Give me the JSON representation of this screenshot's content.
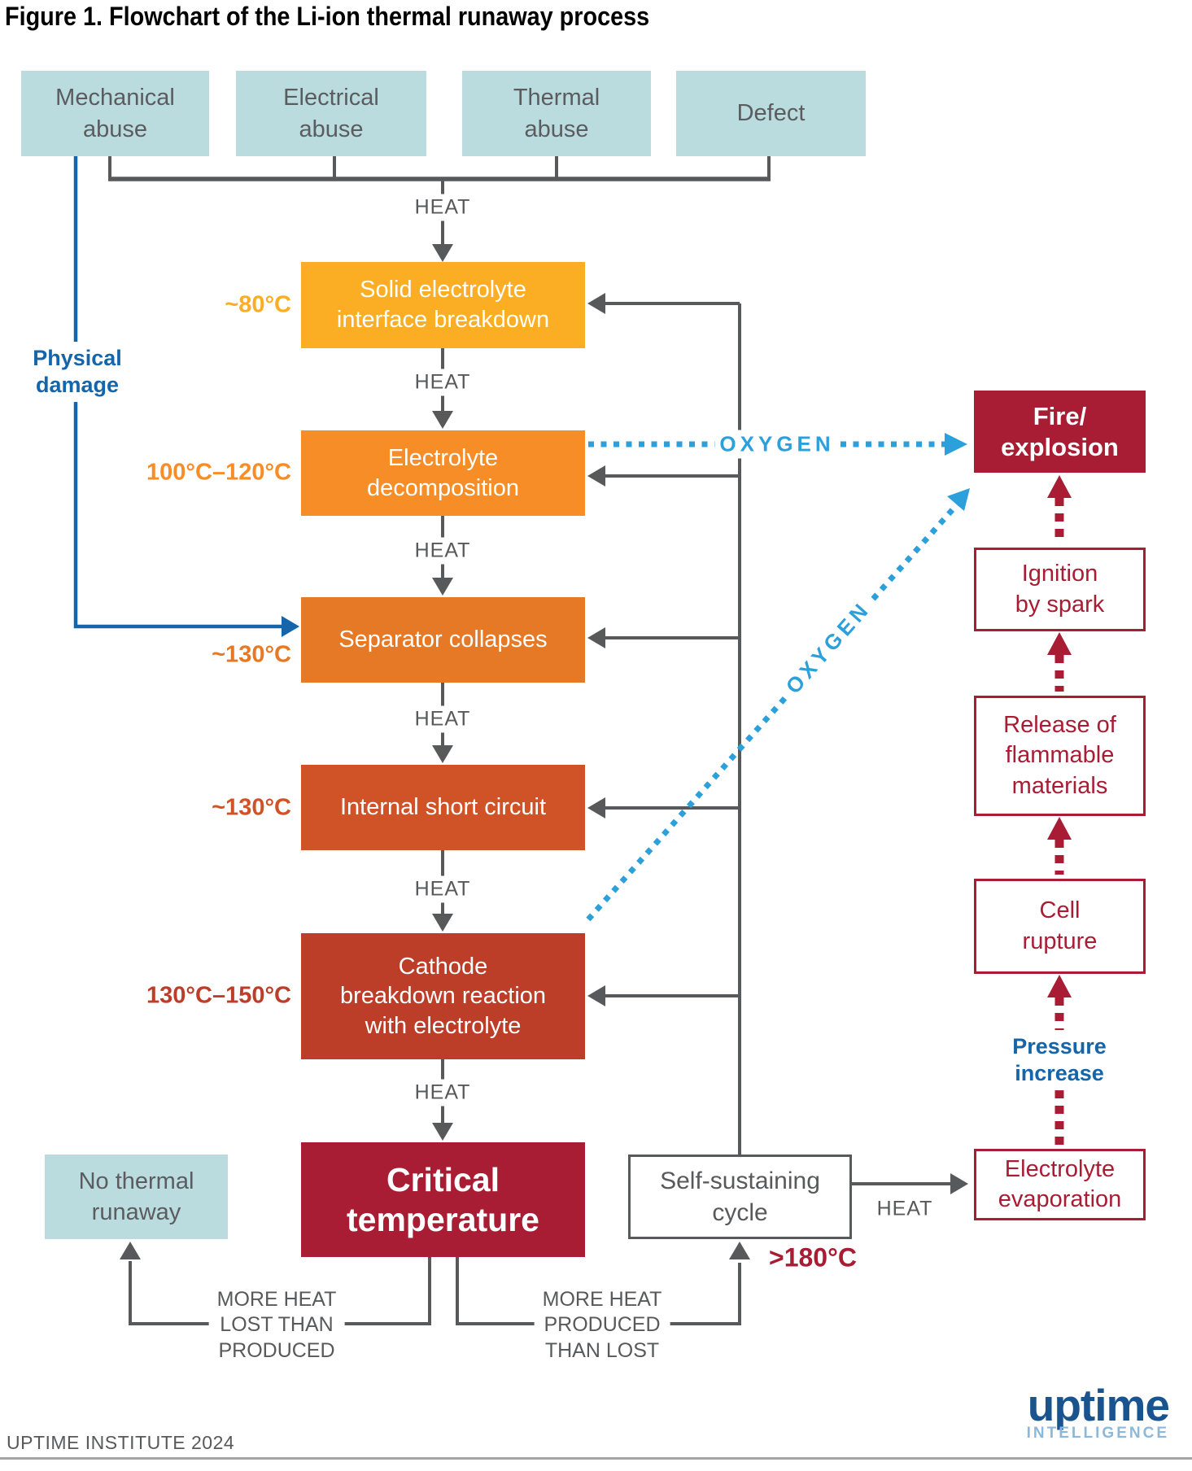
{
  "title": "Figure 1. Flowchart of the Li-ion thermal runaway process",
  "palette": {
    "teal": "#BADCDE",
    "amber": "#FBAE24",
    "orange": "#F78D27",
    "dark_orange": "#E67925",
    "red_orange": "#D05327",
    "brick_red": "#BC3D28",
    "crimson": "#A81D33",
    "gray": "#58595B",
    "blue": "#1465A9",
    "oxygen_blue": "#2BA0DA",
    "logo_blue": "#19548E",
    "logo_light_blue": "#8CB8D9"
  },
  "sources": [
    {
      "label": "Mechanical\nabuse"
    },
    {
      "label": "Electrical\nabuse"
    },
    {
      "label": "Thermal\nabuse"
    },
    {
      "label": "Defect"
    }
  ],
  "labels": {
    "heat": "HEAT",
    "oxygen": "OXYGEN",
    "physical_damage": "Physical\ndamage",
    "pressure_increase": "Pressure\nincrease",
    "self_sustaining_threshold": ">180°C",
    "more_heat_lost": "MORE HEAT\nLOST THAN\nPRODUCED",
    "more_heat_produced": "MORE HEAT\nPRODUCED\nTHAN LOST"
  },
  "chain": [
    {
      "label": "Solid electrolyte\ninterface breakdown",
      "temp": "~80°C"
    },
    {
      "label": "Electrolyte\ndecomposition",
      "temp": "100°C–120°C"
    },
    {
      "label": "Separator collapses",
      "temp": "~130°C"
    },
    {
      "label": "Internal short circuit",
      "temp": "~130°C"
    },
    {
      "label": "Cathode\nbreakdown reaction\nwith electrolyte",
      "temp": "130°C–150°C"
    },
    {
      "label": "Critical\ntemperature"
    }
  ],
  "right_column": [
    {
      "label": "Fire/\nexplosion"
    },
    {
      "label": "Ignition\nby spark"
    },
    {
      "label": "Release of\nflammable\nmaterials"
    },
    {
      "label": "Cell\nrupture"
    },
    {
      "label": "Electrolyte\nevaporation"
    }
  ],
  "self_sustaining": {
    "label": "Self-sustaining\ncycle"
  },
  "no_thermal_runaway": {
    "label": "No thermal\nrunaway"
  },
  "footer": {
    "credit": "UPTIME INSTITUTE 2024",
    "logo": "uptime",
    "logo_sub": "INTELLIGENCE"
  }
}
